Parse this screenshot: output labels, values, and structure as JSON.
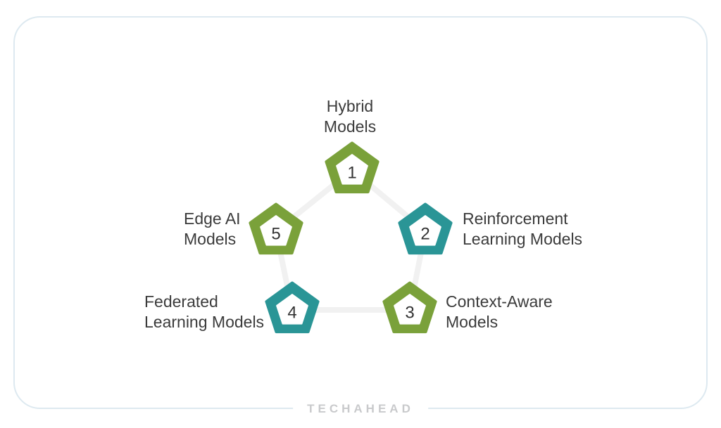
{
  "page": {
    "background_color": "#ffffff",
    "card_border_color": "#dde9f0"
  },
  "diagram": {
    "type": "pentagon-cycle",
    "connector_color": "#f1f1f1",
    "badge_inner_color": "#ffffff",
    "number_color": "#333333",
    "label_color": "#3b3b3b",
    "colors": {
      "green": "#7aa13a",
      "teal": "#2a9596"
    },
    "items": [
      {
        "number": "1",
        "label_line1": "Hybrid",
        "label_line2": "Models",
        "color": "#7aa13a"
      },
      {
        "number": "2",
        "label_line1": "Reinforcement",
        "label_line2": "Learning Models",
        "color": "#2a9596"
      },
      {
        "number": "3",
        "label_line1": "Context-Aware",
        "label_line2": "Models",
        "color": "#7aa13a"
      },
      {
        "number": "4",
        "label_line1": "Federated",
        "label_line2": "Learning Models",
        "color": "#2a9596"
      },
      {
        "number": "5",
        "label_line1": "Edge AI",
        "label_line2": "Models",
        "color": "#7aa13a"
      }
    ]
  },
  "footer": {
    "logo_text": "TECHAHEAD",
    "logo_color": "#c9cacc"
  }
}
